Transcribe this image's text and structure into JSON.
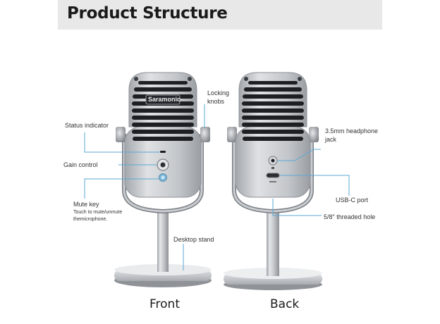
{
  "header": {
    "title": "Product Structure"
  },
  "brand": {
    "name": "Saramonic"
  },
  "labels": {
    "status_indicator": "Status indicator",
    "gain_control": "Gain control",
    "mute_key": "Mute key",
    "mute_desc_1": "Touch to mute/unmute",
    "mute_desc_2": "themicrophone.",
    "locking_knobs_1": "Locking",
    "locking_knobs_2": "knobs",
    "headphone_jack_1": "3.5mm headphone",
    "headphone_jack_2": "jack",
    "usb_c_port": "USB-C port",
    "threaded_hole": "5/8\" threaded hole",
    "desktop_stand": "Desktop stand"
  },
  "captions": {
    "front": "Front",
    "back": "Back"
  },
  "colors": {
    "callout_line": "#5aa9d6",
    "header_bg": "#e8e8e8",
    "body_silver": "#c9ccd0"
  }
}
